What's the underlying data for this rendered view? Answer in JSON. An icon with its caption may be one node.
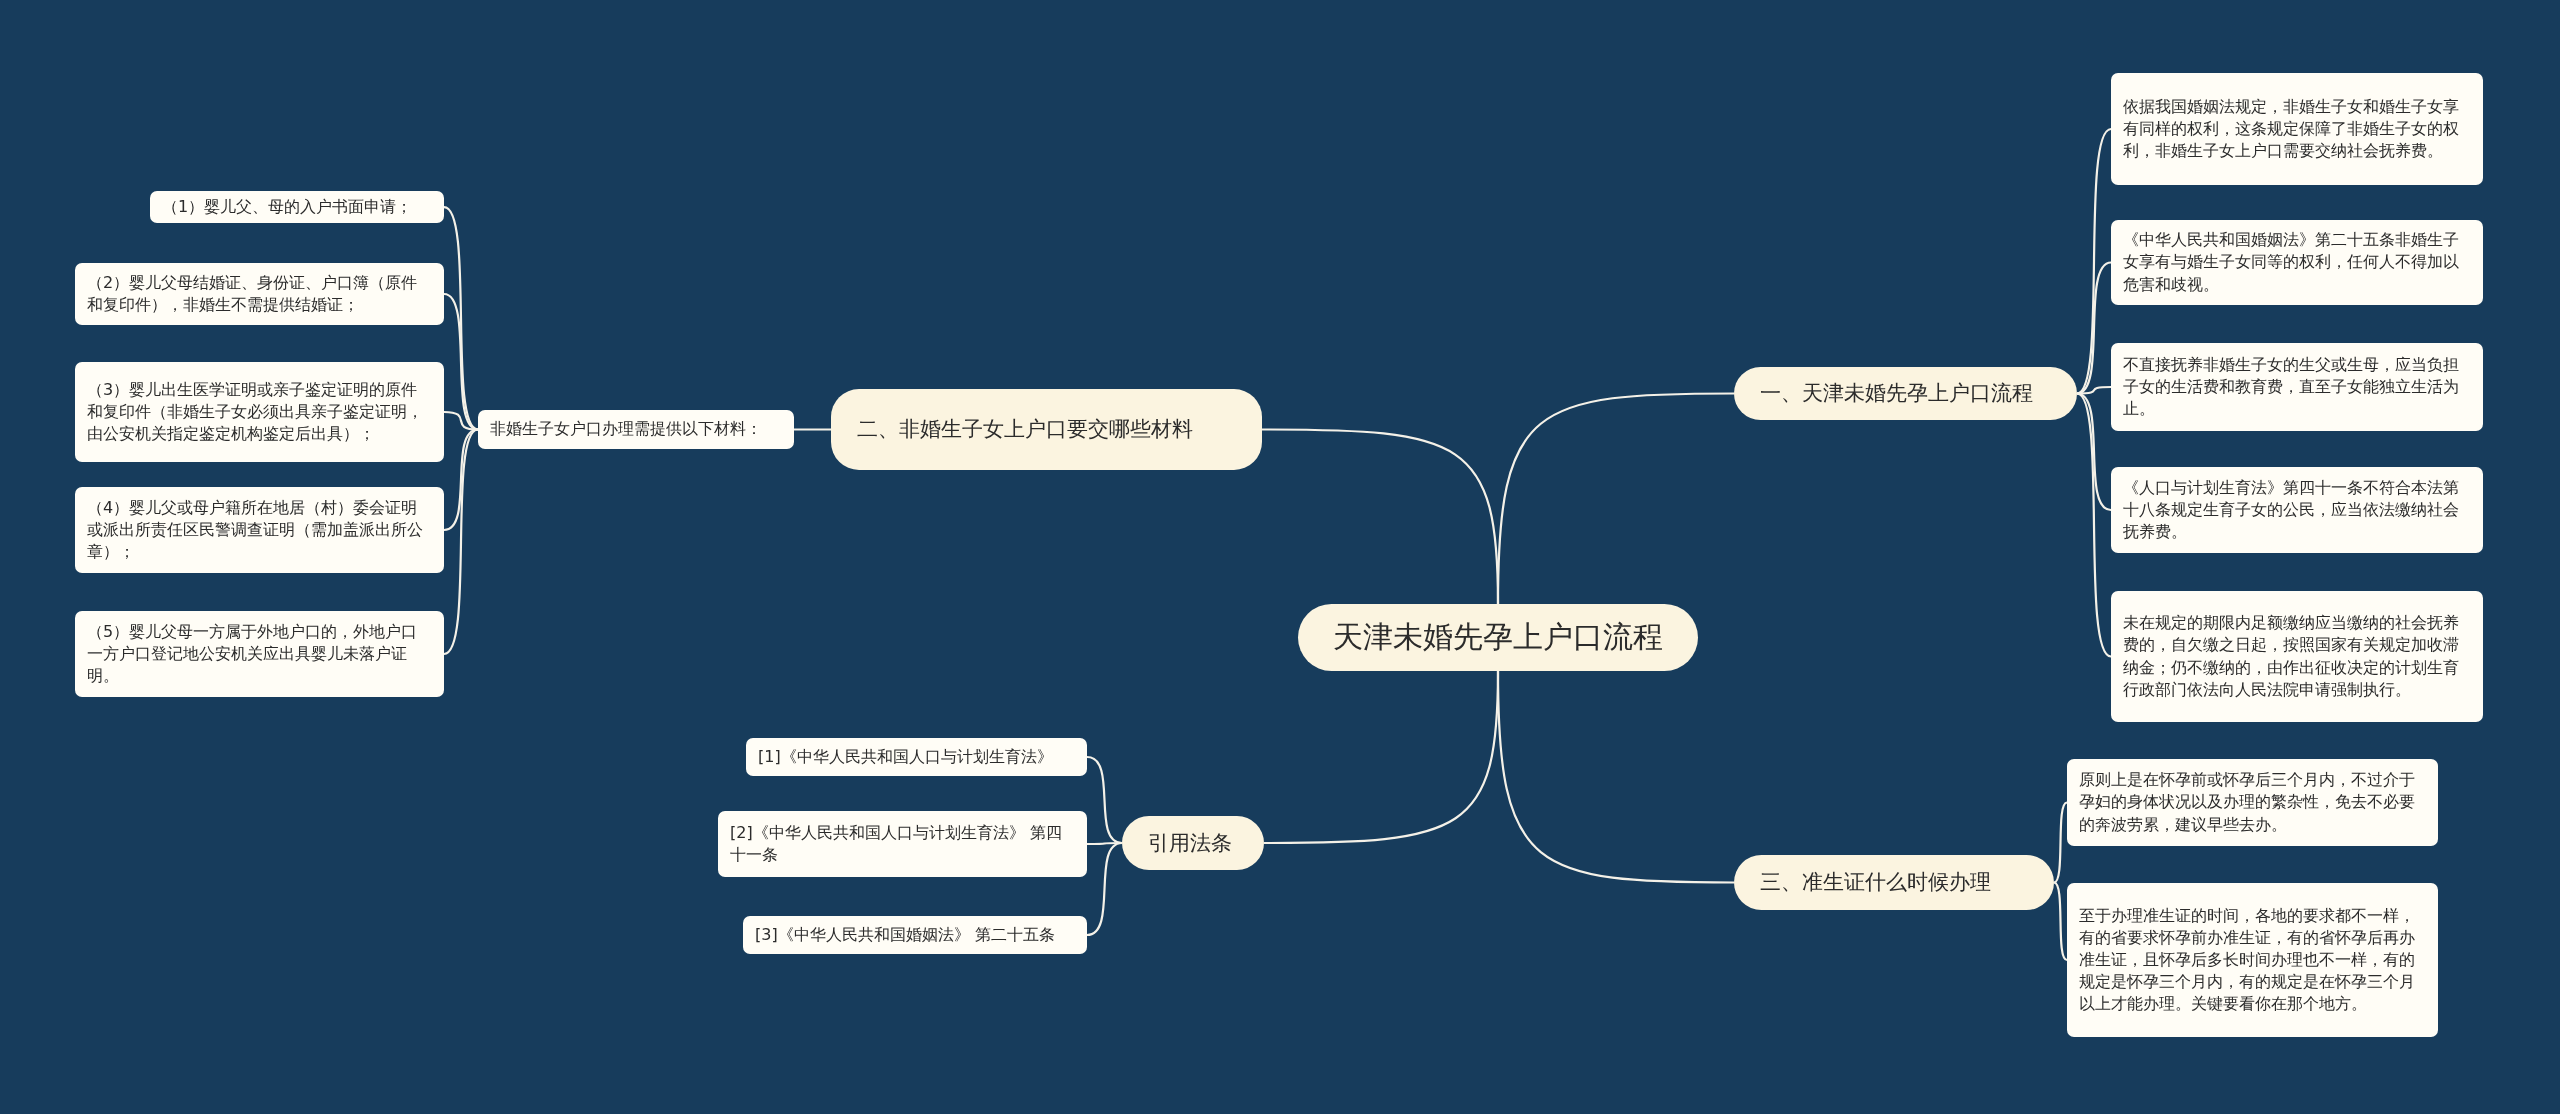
{
  "diagram": {
    "nodes": [
      {
        "text": [
          "天津未婚先孕上户口流程"
        ]
      },
      {
        "text": [
          "一、天津未婚先孕上户口流程"
        ]
      },
      {
        "text": [
          "依据我国婚姻法规定，非婚生子女和婚生子女享有同样的权利，这条规定保障了非婚生子女的权利，非婚生子女上户口需要交纳社会抚养费。"
        ]
      },
      {
        "text": [
          "《中华人民共和国婚姻法》第二十五条非婚生子女享有与婚生子女同等的权利，任何人不得加以危害和歧视。"
        ]
      },
      {
        "text": [
          "不直接抚养非婚生子女的生父或生母，应当负担子女的生活费和教育费，直至子女能独立生活为止。"
        ]
      },
      {
        "text": [
          "《人口与计划生育法》第四十一条不符合本法第十八条规定生育子女的公民，应当依法缴纳社会抚养费。"
        ]
      },
      {
        "text": [
          "未在规定的期限内足额缴纳应当缴纳的社会抚养费的，自欠缴之日起，按照国家有关规定加收滞纳金；仍不缴纳的，由作出征收决定的计划生育行政部门依法向人民法院申请强制执行。"
        ]
      },
      {
        "text": [
          "二、非婚生子女上户口要交哪些材料"
        ]
      },
      {
        "text": [
          "非婚生子女户口办理需提供以下材料："
        ]
      },
      {
        "text": [
          "（1）婴儿父、母的入户书面申请；"
        ]
      },
      {
        "text": [
          "（2）婴儿父母结婚证、身份证、户口簿（原件和复印件），非婚生不需提供结婚证；"
        ]
      },
      {
        "text": [
          "（3）婴儿出生医学证明或亲子鉴定证明的原件和复印件（非婚生子女必须出具亲子鉴定证明，由公安机关指定鉴定机构鉴定后出具）；"
        ]
      },
      {
        "text": [
          "（4）婴儿父或母户籍所在地居（村）委会证明或派出所责任区民警调查证明（需加盖派出所公章）；"
        ]
      },
      {
        "text": [
          "（5）婴儿父母一方属于外地户口的，外地户口一方户口登记地公安机关应出具婴儿未落户证明。"
        ]
      },
      {
        "text": [
          "引用法条"
        ]
      },
      {
        "text": [
          "[1]《中华人民共和国人口与计划生育法》"
        ]
      },
      {
        "text": [
          "[2]《中华人民共和国人口与计划生育法》 第四十一条"
        ]
      },
      {
        "text": [
          "[3]《中华人民共和国婚姻法》 第二十五条"
        ]
      },
      {
        "text": [
          "三、准生证什么时候办理"
        ]
      },
      {
        "text": [
          "原则上是在怀孕前或怀孕后三个月内，不过介于孕妇的身体状况以及办理的繁杂性，免去不必要的奔波劳累，建议早些去办。"
        ]
      },
      {
        "text": [
          "至于办理准生证的时间，各地的要求都不一样，有的省要求怀孕前办准生证，有的省怀孕后再办准生证，且怀孕后多长时间办理也不一样，有的规定是怀孕三个月内，有的规定是在怀孕三个月以上才能办理。关键要看你在那个地方。"
        ]
      }
    ],
    "edges": [
      {
        "from": 0,
        "to": 1,
        "arrow": "none"
      },
      {
        "from": 1,
        "to": 2,
        "arrow": "none"
      },
      {
        "from": 1,
        "to": 3,
        "arrow": "none"
      },
      {
        "from": 1,
        "to": 4,
        "arrow": "none"
      },
      {
        "from": 1,
        "to": 5,
        "arrow": "none"
      },
      {
        "from": 1,
        "to": 6,
        "arrow": "none"
      },
      {
        "from": 0,
        "to": 7,
        "arrow": "none"
      },
      {
        "from": 7,
        "to": 8,
        "arrow": "none"
      },
      {
        "from": 8,
        "to": 9,
        "arrow": "none"
      },
      {
        "from": 8,
        "to": 10,
        "arrow": "none"
      },
      {
        "from": 8,
        "to": 11,
        "arrow": "none"
      },
      {
        "from": 8,
        "to": 12,
        "arrow": "none"
      },
      {
        "from": 8,
        "to": 13,
        "arrow": "none"
      },
      {
        "from": 0,
        "to": 14,
        "arrow": "none"
      },
      {
        "from": 14,
        "to": 15,
        "arrow": "none"
      },
      {
        "from": 14,
        "to": 16,
        "arrow": "none"
      },
      {
        "from": 14,
        "to": 17,
        "arrow": "none"
      },
      {
        "from": 0,
        "to": 18,
        "arrow": "none"
      },
      {
        "from": 18,
        "to": 19,
        "arrow": "none"
      },
      {
        "from": 18,
        "to": 20,
        "arrow": "none"
      }
    ]
  }
}
